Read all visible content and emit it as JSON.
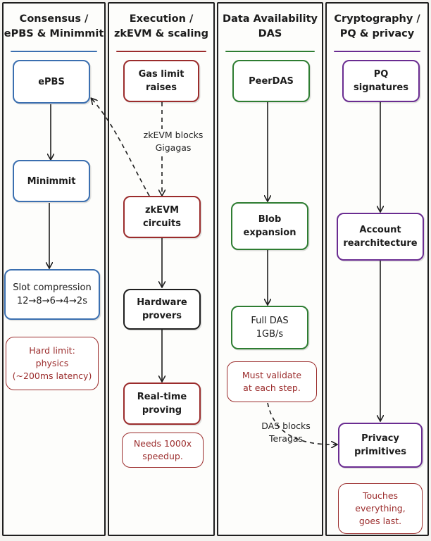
{
  "columns": [
    {
      "title": "Consensus /\nePBS & Minimmit",
      "color": "#3b6fb0"
    },
    {
      "title": "Execution /\nzkEVM & scaling",
      "color": "#9b2c2c"
    },
    {
      "title": "Data Availability\nDAS",
      "color": "#2e7d32"
    },
    {
      "title": "Cryptography /\nPQ & privacy",
      "color": "#6a2c91"
    }
  ],
  "nodes": {
    "epbs": "ePBS",
    "minimmit": "Minimmit",
    "slot_compression": "Slot compression\n12→8→6→4→2s",
    "gas_limit": "Gas limit\nraises",
    "zkevm_circuits": "zkEVM\ncircuits",
    "hardware_provers": "Hardware\nprovers",
    "realtime_proving": "Real-time\nproving",
    "peerdas": "PeerDAS",
    "blob_expansion": "Blob\nexpansion",
    "full_das": "Full DAS\n1GB/s",
    "pq_signatures": "PQ\nsignatures",
    "account_rearch": "Account\nrearchitecture",
    "privacy_primitives": "Privacy\nprimitives"
  },
  "notes": {
    "hard_limit": "Hard limit:\nphysics\n(~200ms latency)",
    "needs_speedup": "Needs 1000x\nspeedup.",
    "must_validate": "Must validate\nat each step.",
    "touches_everything": "Touches\neverything,\ngoes last."
  },
  "edge_labels": {
    "zkevm_blocks": "zkEVM blocks\nGigagas",
    "das_blocks": "DAS blocks\nTeragas"
  },
  "colors": {
    "border": "#1f1f1f",
    "blue": "#3b6fb0",
    "red": "#9b2c2c",
    "green": "#2e7d32",
    "purple": "#6a2c91",
    "note_text": "#9b2c2c"
  }
}
